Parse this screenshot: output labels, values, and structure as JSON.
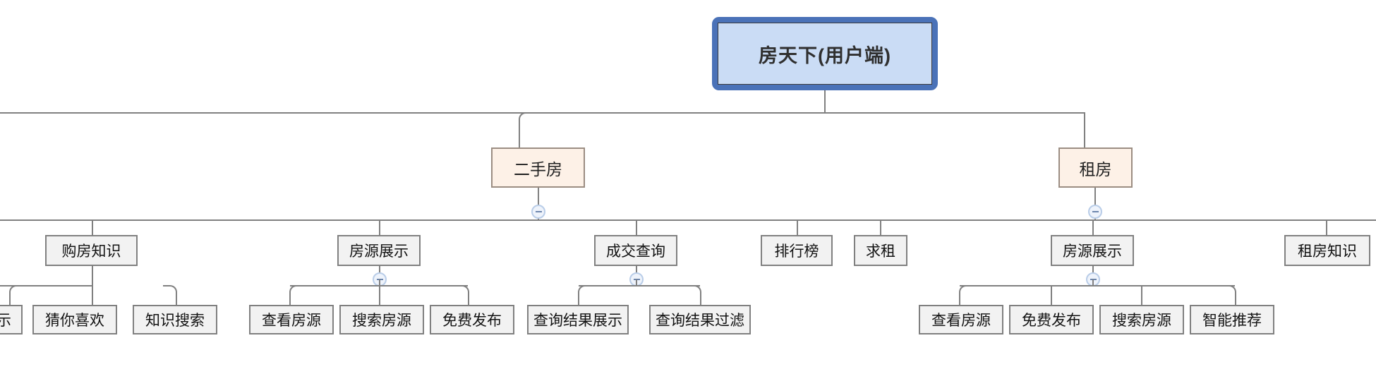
{
  "diagram": {
    "type": "mindmap-tree",
    "orientation": "top-down",
    "title_node": "房天下(用户端)",
    "colors": {
      "root_fill": "#cadcf5",
      "root_border": "#4a72b8",
      "category_fill": "#fdf1e7",
      "category_border": "#9b8d82",
      "node_fill": "#f2f2f2",
      "node_border": "#808080",
      "connector": "#808080",
      "toggle_border": "#b9cde8",
      "toggle_fill": "#eef3fb"
    }
  },
  "root": {
    "label": "房天下(用户端)"
  },
  "categories": [
    {
      "label": "二手房",
      "toggle": "collapse-minus"
    },
    {
      "label": "租房",
      "toggle": "collapse-minus"
    }
  ],
  "branches": [
    {
      "label": "购房知识",
      "clipped_left": true,
      "children": [
        {
          "label": "展示",
          "clipped_left": true
        },
        {
          "label": "猜你喜欢"
        },
        {
          "label": "知识搜索"
        }
      ]
    },
    {
      "label": "房源展示",
      "toggle": "collapse-minus",
      "children": [
        {
          "label": "查看房源"
        },
        {
          "label": "搜索房源"
        },
        {
          "label": "免费发布"
        }
      ]
    },
    {
      "label": "成交查询",
      "toggle": "collapse-minus",
      "children": [
        {
          "label": "查询结果展示"
        },
        {
          "label": "查询结果过滤"
        }
      ]
    },
    {
      "label": "排行榜",
      "children": []
    },
    {
      "label": "求租",
      "children": []
    },
    {
      "label": "房源展示",
      "toggle": "collapse-minus",
      "children": [
        {
          "label": "查看房源"
        },
        {
          "label": "免费发布"
        },
        {
          "label": "搜索房源"
        },
        {
          "label": "智能推荐"
        }
      ]
    },
    {
      "label": "租房知识",
      "clipped_right": true,
      "children": []
    }
  ],
  "nodes": {
    "root": "房天下(用户端)",
    "cat_ershoufang": "二手房",
    "cat_zufang": "租房",
    "lv3_goufangzhishi": "购房知识",
    "lv3_fangyuanzhanshi_a": "房源展示",
    "lv3_chengjiaochaxun": "成交查询",
    "lv3_paihangbang": "排行榜",
    "lv3_qiuzu": "求租",
    "lv3_fangyuanzhanshi_b": "房源展示",
    "lv3_zufangzhishi": "租房知识",
    "leaf_zhanshi": "展示",
    "leaf_cainixihuan": "猜你喜欢",
    "leaf_zhishisousuo": "知识搜索",
    "leaf_chakanfangyuan_a": "查看房源",
    "leaf_sousuofangyuan_a": "搜索房源",
    "leaf_mianfeifabu_a": "免费发布",
    "leaf_chaxunjieguozhanshi": "查询结果展示",
    "leaf_chaxunjieguoguolv": "查询结果过滤",
    "leaf_chakanfangyuan_b": "查看房源",
    "leaf_mianfeifabu_b": "免费发布",
    "leaf_sousuofangyuan_b": "搜索房源",
    "leaf_zhinengtuijian": "智能推荐"
  }
}
